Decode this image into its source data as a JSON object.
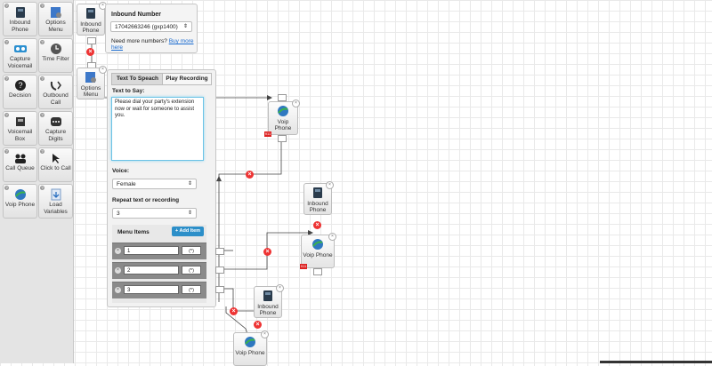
{
  "palette": {
    "items": [
      {
        "label": "Inbound Phone",
        "icon": "desk-phone-icon"
      },
      {
        "label": "Options Menu",
        "icon": "options-menu-icon"
      },
      {
        "label": "Capture Voicemail",
        "icon": "voicemail-icon"
      },
      {
        "label": "Time Filter",
        "icon": "clock-icon"
      },
      {
        "label": "Decision",
        "icon": "question-icon"
      },
      {
        "label": "Outbound Call",
        "icon": "outbound-call-icon"
      },
      {
        "label": "Voicemail Box",
        "icon": "voicemail-box-icon"
      },
      {
        "label": "Capture Digits",
        "icon": "keypad-icon"
      },
      {
        "label": "Call Queue",
        "icon": "people-icon"
      },
      {
        "label": "Click to Call",
        "icon": "cursor-icon"
      },
      {
        "label": "Voip Phone",
        "icon": "globe-phone-icon"
      },
      {
        "label": "Load Variables",
        "icon": "download-doc-icon"
      }
    ],
    "help_glyph": "?"
  },
  "canvas": {
    "nodes": {
      "inbound_phone_1": "Inbound Phone",
      "options_menu": "Options Menu",
      "voip_phone_1": "Voip Phone",
      "inbound_phone_2": "Inbound Phone",
      "voip_phone_2": "Voip Phone",
      "inbound_phone_3": "Inbound Phone",
      "voip_phone_3": "Voip Phone"
    },
    "close_glyph": "×",
    "remove_glyph": "×"
  },
  "inbound_panel": {
    "title": "Inbound Number",
    "selected_number": "17042663246 (gxp1400)",
    "more_text": "Need more numbers?",
    "more_link": "Buy more here"
  },
  "menu_panel": {
    "tabs": [
      "Text To Speach",
      "Play Recording"
    ],
    "text_to_say_label": "Text to Say:",
    "text_to_say_value": "Please dial your party's extension now or wait for someone to assist you.",
    "voice_label": "Voice:",
    "voice_value": "Female",
    "repeat_label": "Repeat text or recording",
    "repeat_value": "3",
    "menu_items_label": "Menu Items",
    "add_item_label": "+ Add Item",
    "items": [
      {
        "key": "1",
        "action": "(*)"
      },
      {
        "key": "2",
        "action": "(*)"
      },
      {
        "key": "3",
        "action": "(*)"
      }
    ]
  },
  "colors": {
    "accent": "#2c8fc9",
    "remove": "#e33333",
    "focus": "#6cc3e6"
  }
}
